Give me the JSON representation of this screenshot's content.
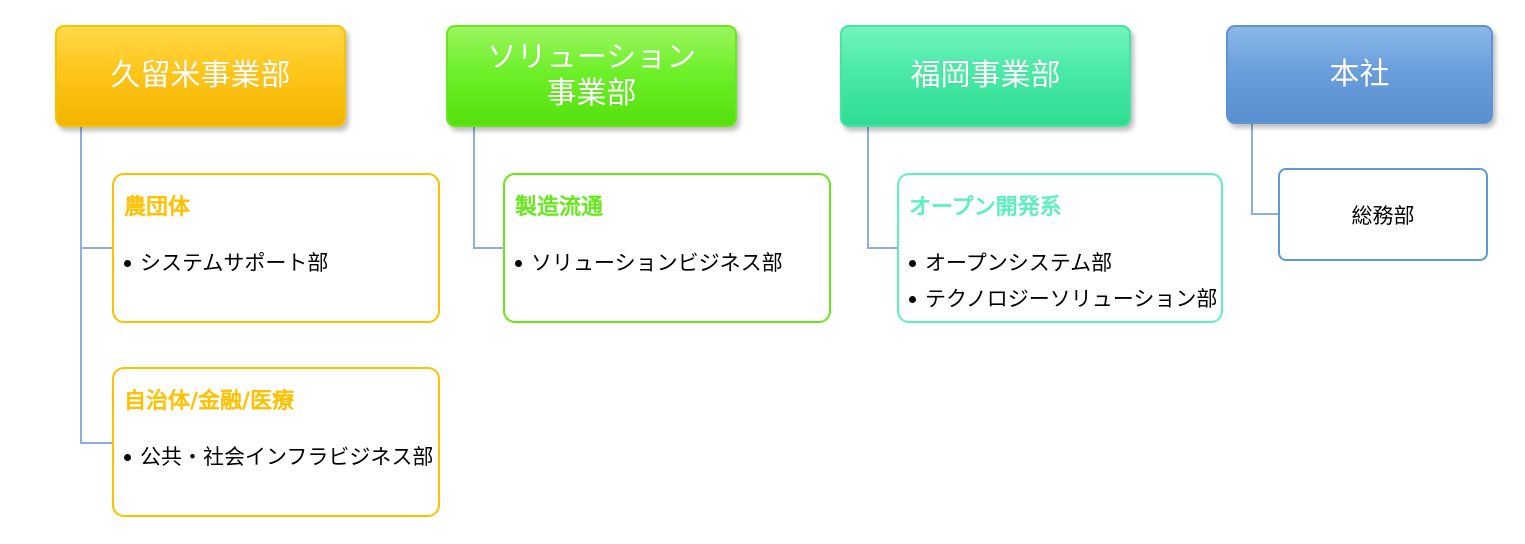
{
  "divisions": [
    {
      "name": "久留米事業部",
      "accent": "#ffc000",
      "groups": [
        {
          "title": "農団体",
          "items": [
            "システムサポート部"
          ]
        },
        {
          "title": "自治体/金融/医療",
          "items": [
            "公共・社会インフラビジネス部"
          ]
        }
      ]
    },
    {
      "name": "ソリューション\n事業部",
      "accent": "#66e81c",
      "groups": [
        {
          "title": "製造流通",
          "items": [
            "ソリューションビジネス部"
          ]
        }
      ]
    },
    {
      "name": "福岡事業部",
      "accent": "#5cf0c0",
      "groups": [
        {
          "title": "オープン開発系",
          "items": [
            "オープンシステム部",
            "テクノロジーソリューション部"
          ]
        }
      ]
    },
    {
      "name": "本社",
      "accent": "#5b9bd5",
      "groups": [
        {
          "title": "",
          "items": [
            "総務部"
          ]
        }
      ]
    }
  ]
}
